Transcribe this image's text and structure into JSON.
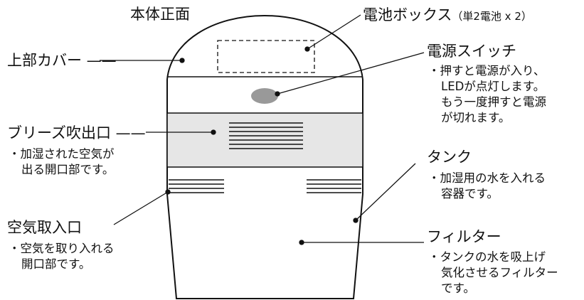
{
  "title": "本体正面",
  "battery_box": {
    "label": "電池ボックス",
    "note": "（単2電池 x 2）"
  },
  "top_cover": {
    "label": "上部カバー ——"
  },
  "power_switch": {
    "label": "電源スイッチ",
    "desc": [
      "・押すと電源が入り、",
      "LEDが点灯します。",
      "もう一度押すと電源",
      "が切れます。"
    ]
  },
  "breeze_outlet": {
    "label": "ブリーズ吹出口 ——",
    "desc": [
      "・加湿された空気が",
      "出る開口部です。"
    ]
  },
  "tank": {
    "label": "タンク",
    "desc": [
      "・加湿用の水を入れる",
      "容器です。"
    ]
  },
  "air_intake": {
    "label": "空気取入口",
    "desc": [
      "・空気を取り入れる",
      "開口部です。"
    ]
  },
  "filter": {
    "label": "フィルター",
    "desc": [
      "・タンクの水を吸上げ",
      "気化させるフィルター",
      "です。"
    ]
  },
  "colors": {
    "line": "#111111",
    "band": "#e6e6e6",
    "switch": "#999999"
  }
}
